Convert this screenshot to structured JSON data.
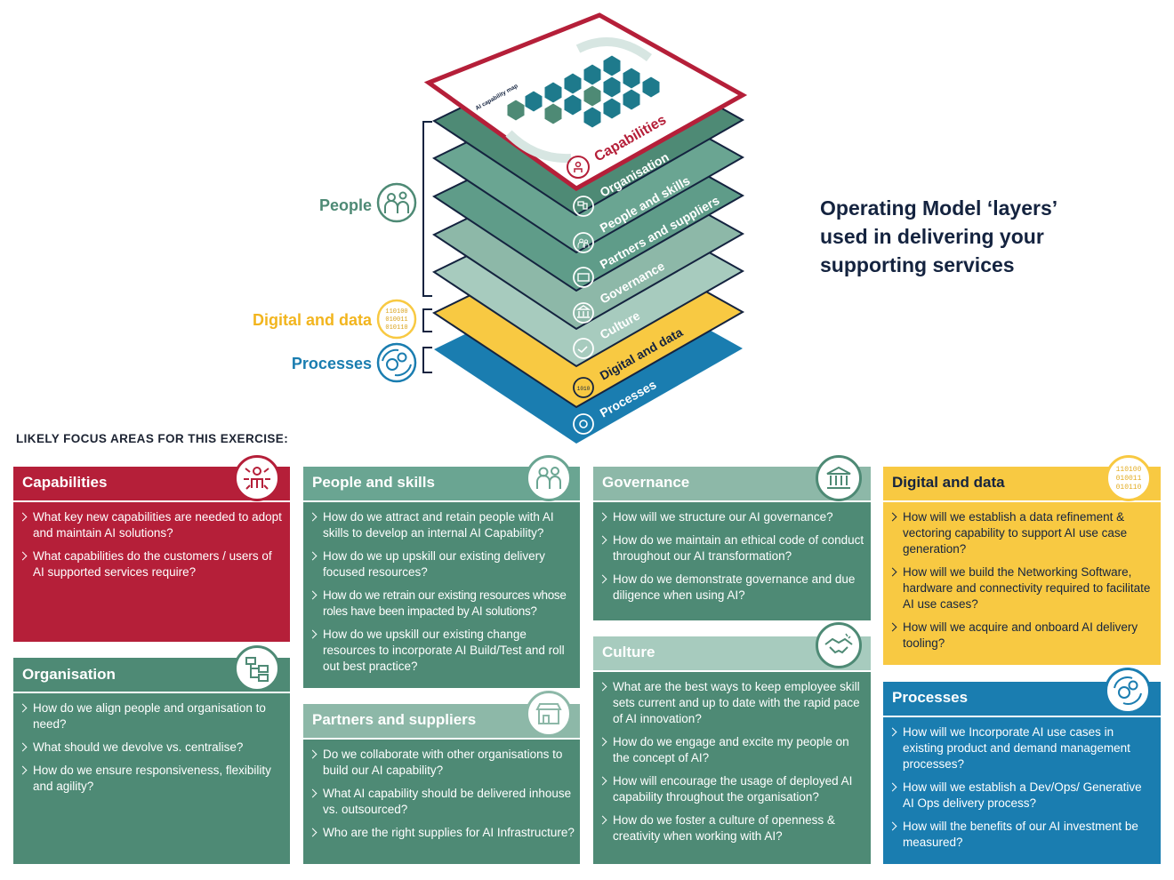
{
  "heading": {
    "line1": "Operating Model ‘layers’",
    "line2": "used in delivering your",
    "line3": "supporting services"
  },
  "colors": {
    "crimson": "#b51f39",
    "green": "#5a9a85",
    "green_light": "#8db8a8",
    "green_pale": "#a7cbbe",
    "yellow": "#f8c942",
    "blue": "#1a7db0",
    "navy": "#14233f"
  },
  "stack": {
    "map_title": "AI capability map",
    "layers": [
      {
        "label": "Capabilities",
        "icon": "capabilities-icon"
      },
      {
        "label": "Organisation",
        "icon": "org-chart-icon"
      },
      {
        "label": "People and skills",
        "icon": "people-icon"
      },
      {
        "label": "Partners and suppliers",
        "icon": "shop-icon"
      },
      {
        "label": "Governance",
        "icon": "bank-icon"
      },
      {
        "label": "Culture",
        "icon": "handshake-icon"
      },
      {
        "label": "Digital and data",
        "icon": "binary-icon"
      },
      {
        "label": "Processes",
        "icon": "gears-icon"
      }
    ],
    "groups": [
      {
        "label": "People",
        "icon": "people-icon"
      },
      {
        "label": "Digital and data",
        "icon": "binary-icon"
      },
      {
        "label": "Processes",
        "icon": "gears-icon"
      }
    ]
  },
  "focus_title": "LIKELY FOCUS AREAS FOR THIS EXERCISE:",
  "cards": {
    "capabilities": {
      "title": "Capabilities",
      "items": [
        "What key new capabilities are needed to adopt and maintain AI solutions?",
        "What capabilities do the customers / users of AI supported services require?"
      ]
    },
    "organisation": {
      "title": "Organisation",
      "items": [
        "How do we align people and organisation to need?",
        "What should we devolve vs. centralise?",
        "How do we ensure responsiveness, flexibility and agility?"
      ]
    },
    "people": {
      "title": "People and skills",
      "items": [
        "How do we attract and retain people with AI skills to develop an internal AI Capability?",
        "How do we up upskill our existing delivery focused resources?",
        "How do we retrain our existing resources whose roles have been impacted by AI solutions?",
        "How do we upskill our existing change resources to incorporate AI Build/Test and roll out best practice?"
      ]
    },
    "partners": {
      "title": "Partners and suppliers",
      "items": [
        "Do we collaborate with other organisations to build our AI capability?",
        "What AI capability should be delivered inhouse vs. outsourced?",
        "Who are the right supplies for AI Infrastructure?"
      ]
    },
    "governance": {
      "title": "Governance",
      "items": [
        "How will we structure our AI governance?",
        "How do we maintain an ethical code of conduct throughout our AI transformation?",
        "How do we demonstrate governance and due diligence when using AI?"
      ]
    },
    "culture": {
      "title": "Culture",
      "items": [
        "What are the best ways to keep employee skill sets current and up to date with the rapid pace of AI innovation?",
        "How do we engage and excite my people on the concept of AI?",
        "How will encourage the usage of deployed AI capability throughout the organisation?",
        "How do we foster a culture of openness & creativity when working with AI?"
      ]
    },
    "digital": {
      "title": "Digital and data",
      "items": [
        "How will we establish a data refinement & vectoring capability to support AI use case generation?",
        "How will we build the Networking Software, hardware and connectivity required to facilitate AI use cases?",
        "How will we acquire and onboard AI delivery tooling?"
      ]
    },
    "processes": {
      "title": "Processes",
      "items": [
        "How will we Incorporate AI use cases in existing product and demand management processes?",
        "How will we establish a Dev/Ops/ Generative AI Ops delivery process?",
        "How will the benefits of our AI investment be measured?"
      ]
    }
  }
}
